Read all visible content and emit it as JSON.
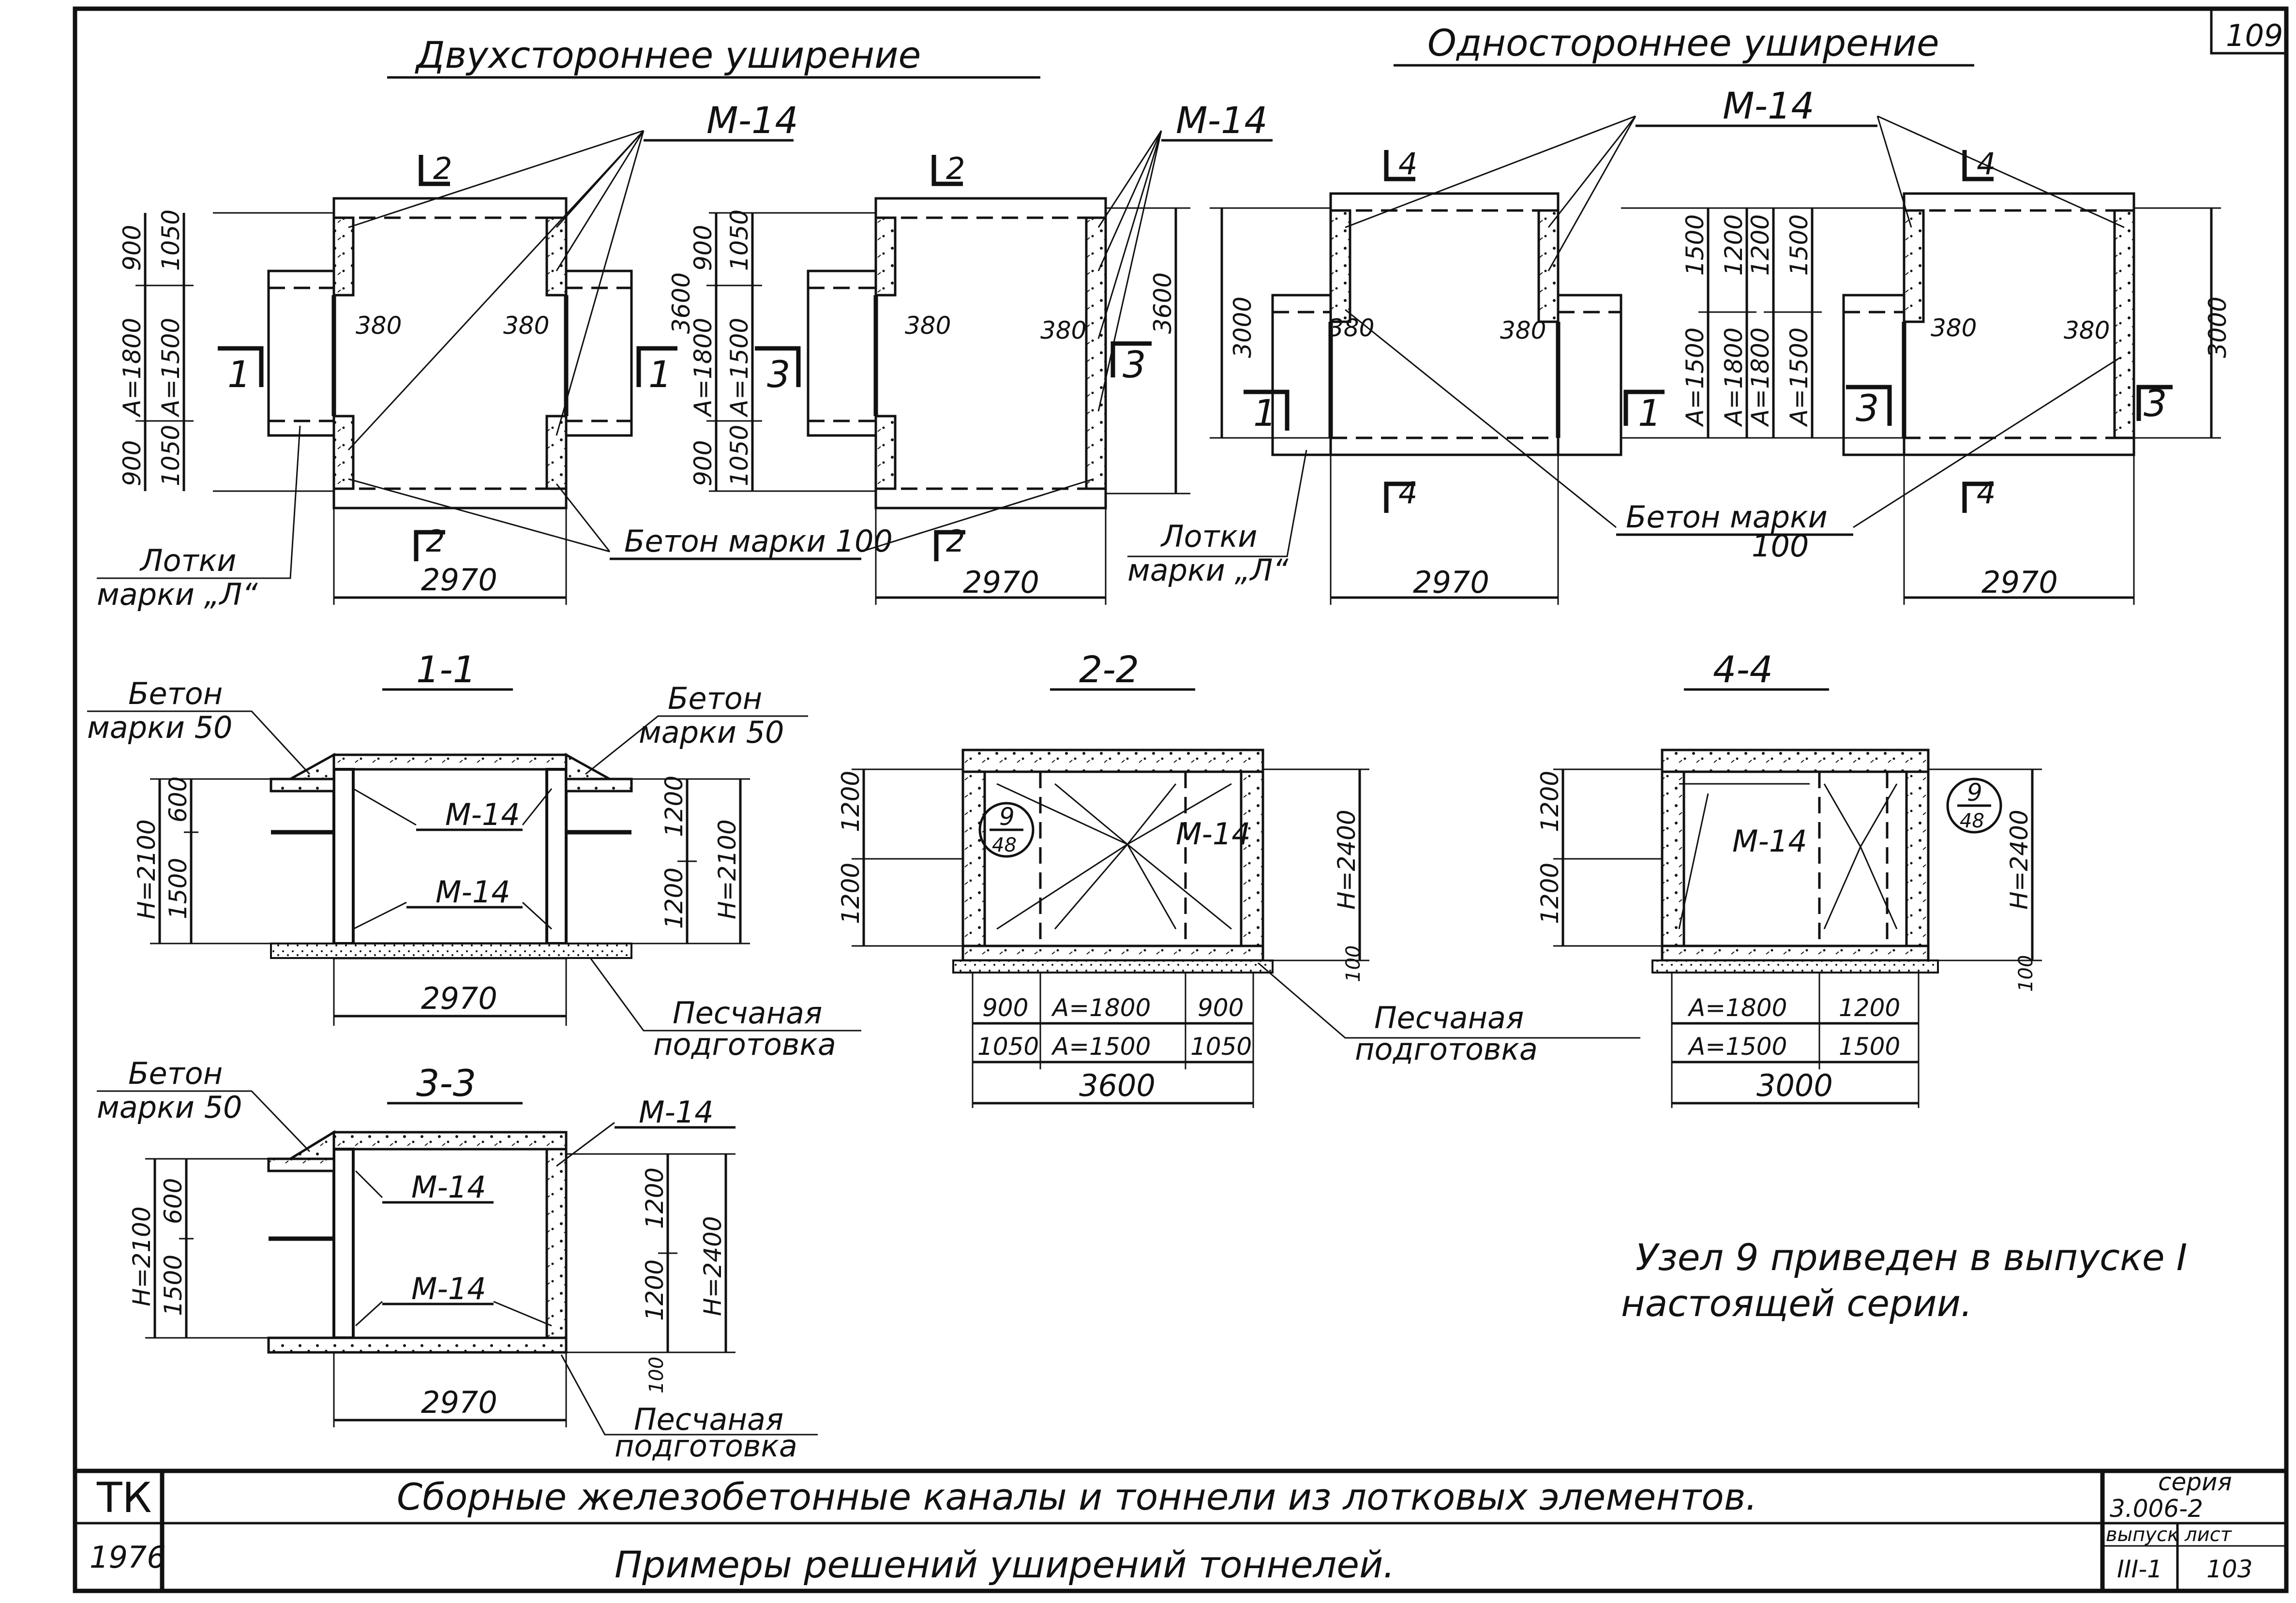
{
  "sheet": {
    "page_number": "109",
    "stamp": "ТК",
    "year": "1976",
    "title_line1": "Сборные железобетонные каналы и тоннели из лотковых элементов.",
    "title_line2": "Примеры решений уширений тоннелей.",
    "series_label": "серия",
    "series_value": "3.006-2",
    "issue_label": "выпуск",
    "issue_value": "III-1",
    "sheet_label": "лист",
    "sheet_value": "103"
  },
  "headings": {
    "double": "Двухстороннее уширение",
    "single": "Одностороннее уширение"
  },
  "sections": {
    "s11": "1-1",
    "s22": "2-2",
    "s33": "3-3",
    "s44": "4-4"
  },
  "cut_marks": {
    "c1": "1",
    "c2": "2",
    "c3": "3",
    "c4": "4"
  },
  "labels": {
    "m14": "М-14",
    "trays": "Лотки",
    "trays2": "марки „Л“",
    "concrete100": "Бетон марки 100",
    "concrete_marks": "Бетон марки",
    "concrete_marks2": "100",
    "concrete50a": "Бетон",
    "concrete50b": "марки 50",
    "sand1": "Песчаная",
    "sand2": "подготовка",
    "node": "9",
    "node_sheet": "48",
    "note1": "Узел 9 приведен в выпуске I",
    "note2": "настоящей серии."
  },
  "dims": {
    "d2970": "2970",
    "d3600": "3600",
    "d3000": "3000",
    "d900": "900",
    "d1050": "1050",
    "d1200": "1200",
    "d1500": "1500",
    "d600": "600",
    "d380": "380",
    "d100": "100",
    "a1800": "А=1800",
    "a1500": "А=1500",
    "h2100": "Н=2100",
    "h2400": "Н=2400"
  }
}
